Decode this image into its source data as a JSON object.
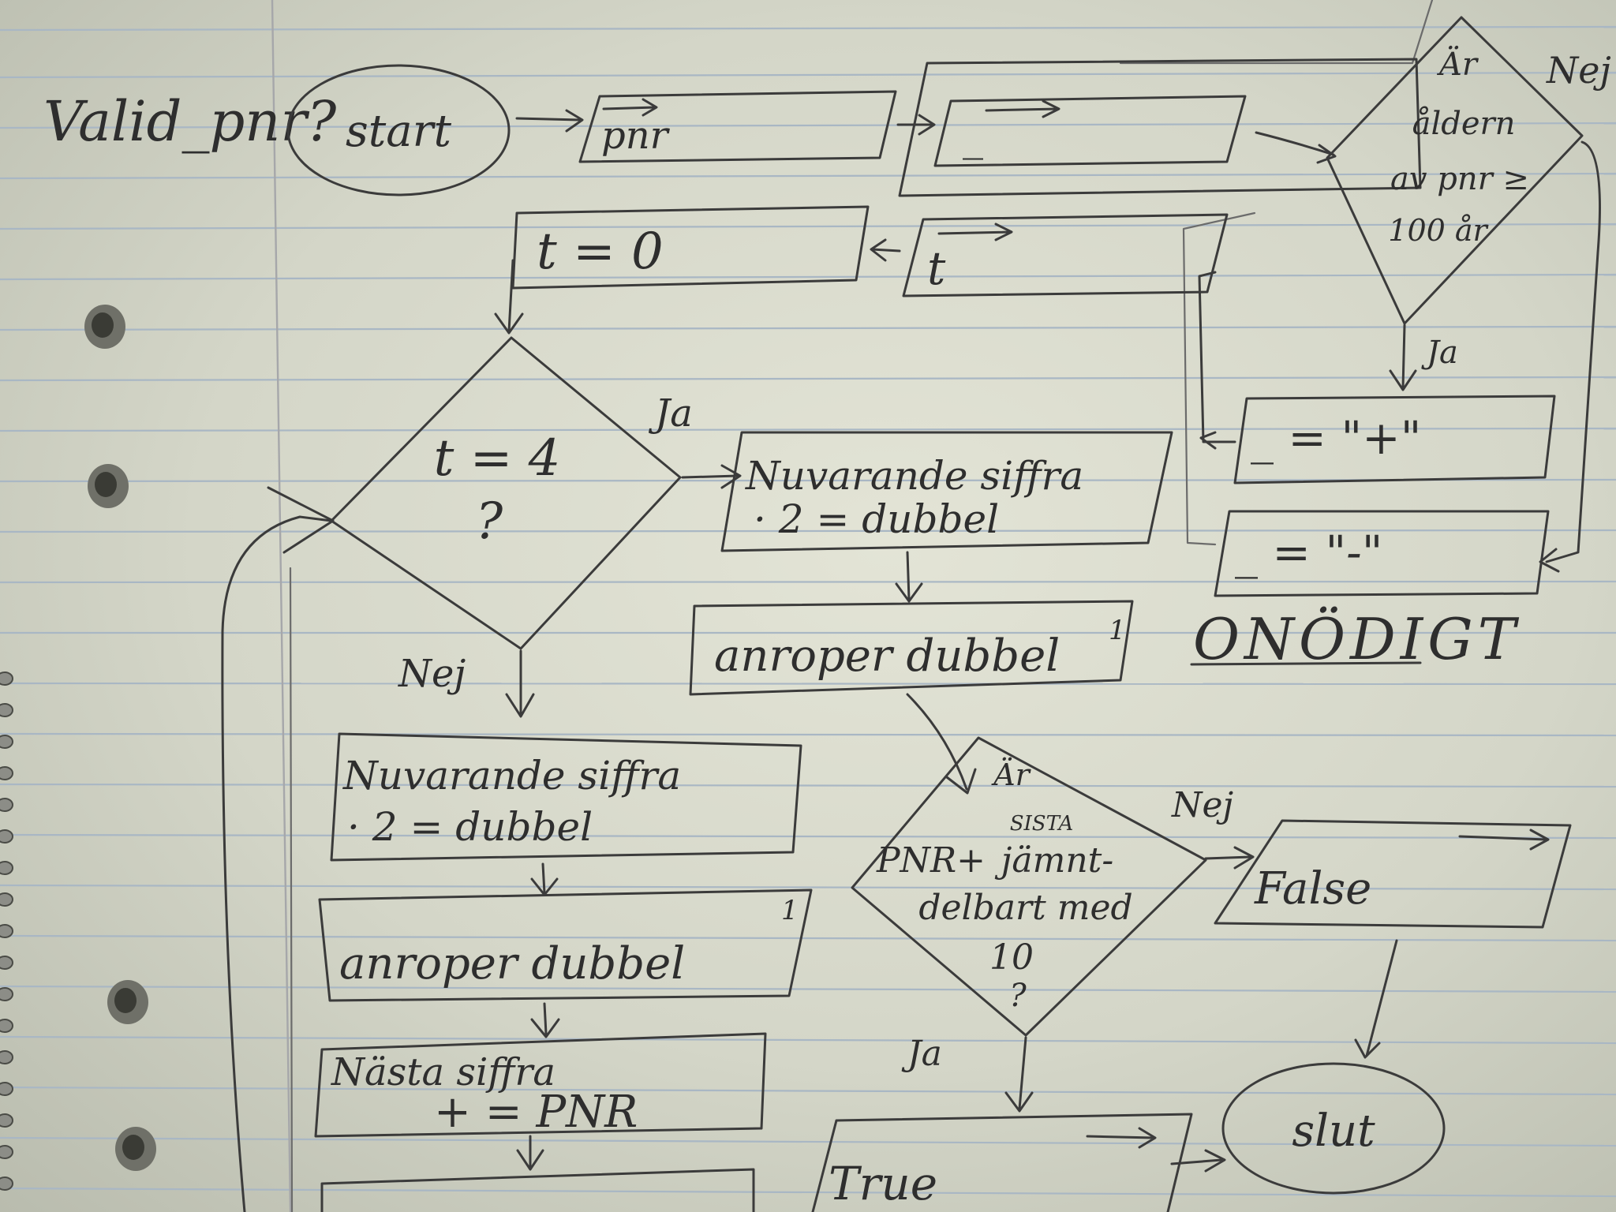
{
  "diagram": {
    "title": "Valid_pnr?",
    "nodes": {
      "start": "start",
      "input_pnr": "pnr",
      "output_sign": "_",
      "decision_age": [
        "Är",
        "åldern",
        "av pnr ≥",
        "100 år"
      ],
      "label_no_top": "Nej",
      "label_yes_top": "Ja",
      "assign_plus": "_ = \"+\"",
      "assign_minus": "_ = \"-\"",
      "unnecessary": "ONÖDIGT",
      "t_zero": "t = 0",
      "t_input": "t",
      "decision_t": [
        "t = 4",
        "?"
      ],
      "label_yes_t": "Ja",
      "label_no_t": "Nej",
      "proc_right": [
        "Nuvarande siffra",
        "· 2  = dubbel"
      ],
      "call_right": "anroper dubbel",
      "call_right_sup": "1",
      "proc_left": [
        "Nuvarande siffra",
        "· 2   = dubbel"
      ],
      "call_left": "anroper dubbel",
      "call_left_sup": "1",
      "next_digit": [
        "Nästa siffra",
        "+ = PNR"
      ],
      "decision_div": [
        "Är",
        "SISTA",
        "PNR+",
        "jämnt-",
        "delbart med",
        "10",
        "?"
      ],
      "label_no_div": "Nej",
      "label_yes_div": "Ja",
      "output_false": "False",
      "output_true": "True",
      "end": "slut"
    }
  }
}
